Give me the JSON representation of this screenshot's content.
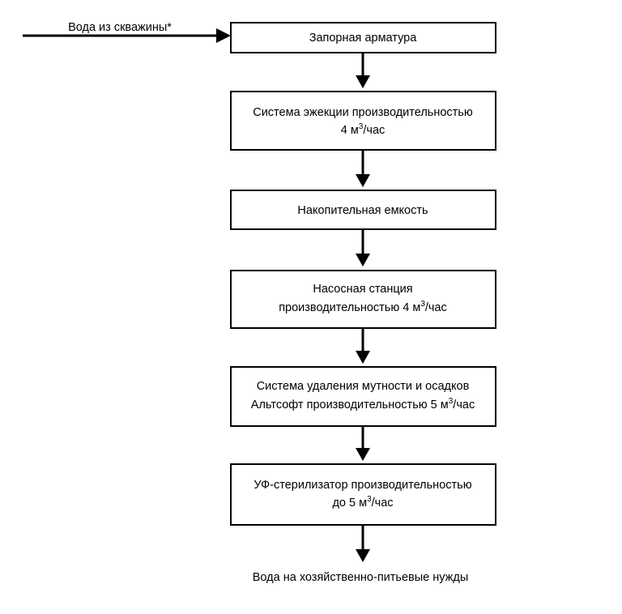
{
  "input_label": "Вода из скважины*",
  "output_label": "Вода на хозяйственно-питьевые нужды",
  "steps": [
    {
      "lines": [
        {
          "text": "Запорная арматура"
        }
      ]
    },
    {
      "lines": [
        {
          "text": "Система эжекции производительностью"
        },
        {
          "pre": "4 м",
          "sup": "3",
          "post": "/час"
        }
      ]
    },
    {
      "lines": [
        {
          "text": "Накопительная емкость"
        }
      ]
    },
    {
      "lines": [
        {
          "text": "Насосная станция"
        },
        {
          "pre": "производительностью  4 м",
          "sup": "3",
          "post": "/час"
        }
      ]
    },
    {
      "lines": [
        {
          "text": "Система удаления мутности и осадков"
        },
        {
          "pre": "Альтсофт производительностью 5 м",
          "sup": "3",
          "post": "/час"
        }
      ]
    },
    {
      "lines": [
        {
          "text": "УФ-стерилизатор производительностью"
        },
        {
          "pre": "до 5 м",
          "sup": "3",
          "post": "/час"
        }
      ]
    }
  ]
}
